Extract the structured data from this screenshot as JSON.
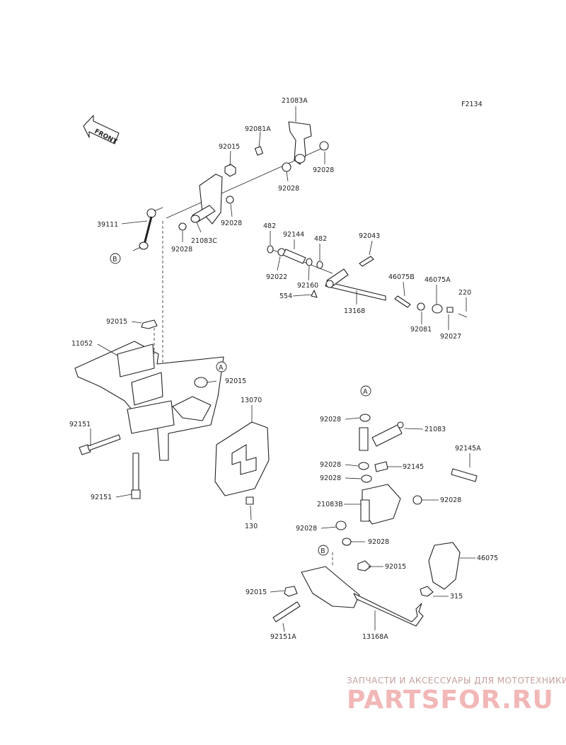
{
  "figure_code": "F2134",
  "front_label": "FRONT",
  "callouts": [
    "A",
    "B"
  ],
  "parts": [
    "21083A",
    "92081A",
    "92015",
    "92028",
    "92028",
    "92028",
    "39111",
    "21083C",
    "92028",
    "482",
    "92144",
    "482",
    "92043",
    "92022",
    "92160",
    "554",
    "13168",
    "46075B",
    "46075A",
    "220",
    "92081",
    "92027",
    "92015",
    "11052",
    "92015",
    "13070",
    "92151",
    "92151",
    "130",
    "92028",
    "21083",
    "92145A",
    "92028",
    "92145",
    "92028",
    "92028",
    "21083B",
    "92028",
    "92028",
    "46075",
    "92015",
    "92015",
    "315",
    "92151A",
    "13168A"
  ],
  "watermark": {
    "line1": "ЗАПЧАСТИ И АКСЕССУАРЫ ДЛЯ МОТОТЕХНИКИ",
    "line2": "PARTSFOR.RU"
  }
}
